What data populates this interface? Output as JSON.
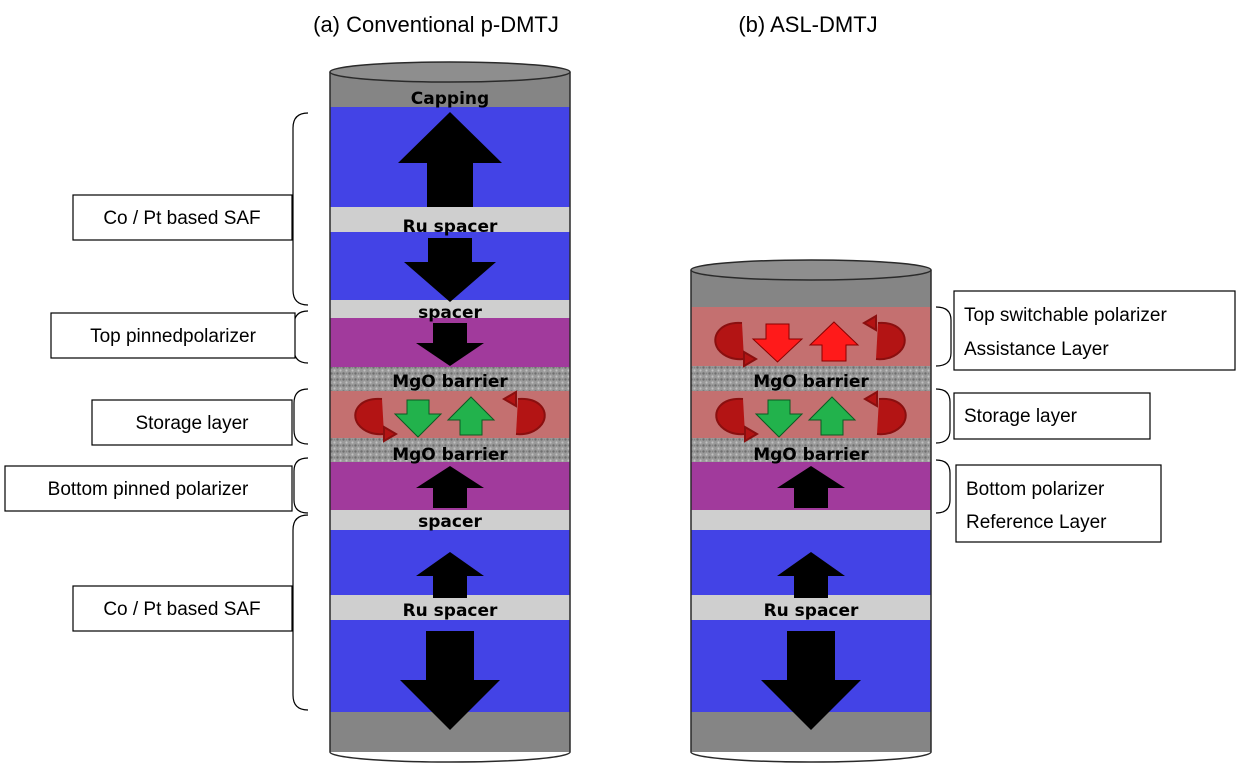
{
  "panels": [
    {
      "id": "a",
      "title": "(a) Conventional p-DMTJ",
      "layers": {
        "capping": "Capping",
        "ru_spacer": "Ru spacer",
        "spacer_top": "spacer",
        "mgo_top": "MgO barrier",
        "mgo_bottom": "MgO barrier",
        "spacer_bottom": "spacer",
        "ru_spacer_bottom": "Ru spacer"
      },
      "labels": {
        "saf_top": "Co / Pt based SAF",
        "top_polarizer": "Top pinnedpolarizer",
        "storage": "Storage layer",
        "bottom_polarizer": "Bottom pinned polarizer",
        "saf_bottom": "Co / Pt based SAF"
      }
    },
    {
      "id": "b",
      "title": "(b) ASL-DMTJ",
      "layers": {
        "mgo_top": "MgO barrier",
        "mgo_bottom": "MgO barrier",
        "ru_spacer": "Ru spacer"
      },
      "labels": {
        "asl_line1": "Top switchable polarizer",
        "asl_line2": "Assistance Layer",
        "storage": "Storage layer",
        "ref_line1": "Bottom polarizer",
        "ref_line2": "Reference Layer"
      }
    }
  ],
  "colors": {
    "saf": "#4343e6",
    "polarizer": "#a13a9c",
    "storage": "#c47070",
    "barrier": "#a4a4a4",
    "spacer": "#cfcfcf",
    "cap": "#858585",
    "fixed_arrow": "#000000",
    "free_arrow": "#22b24c",
    "asl_arrow": "#ff1a1a",
    "precession": "#b31414"
  }
}
